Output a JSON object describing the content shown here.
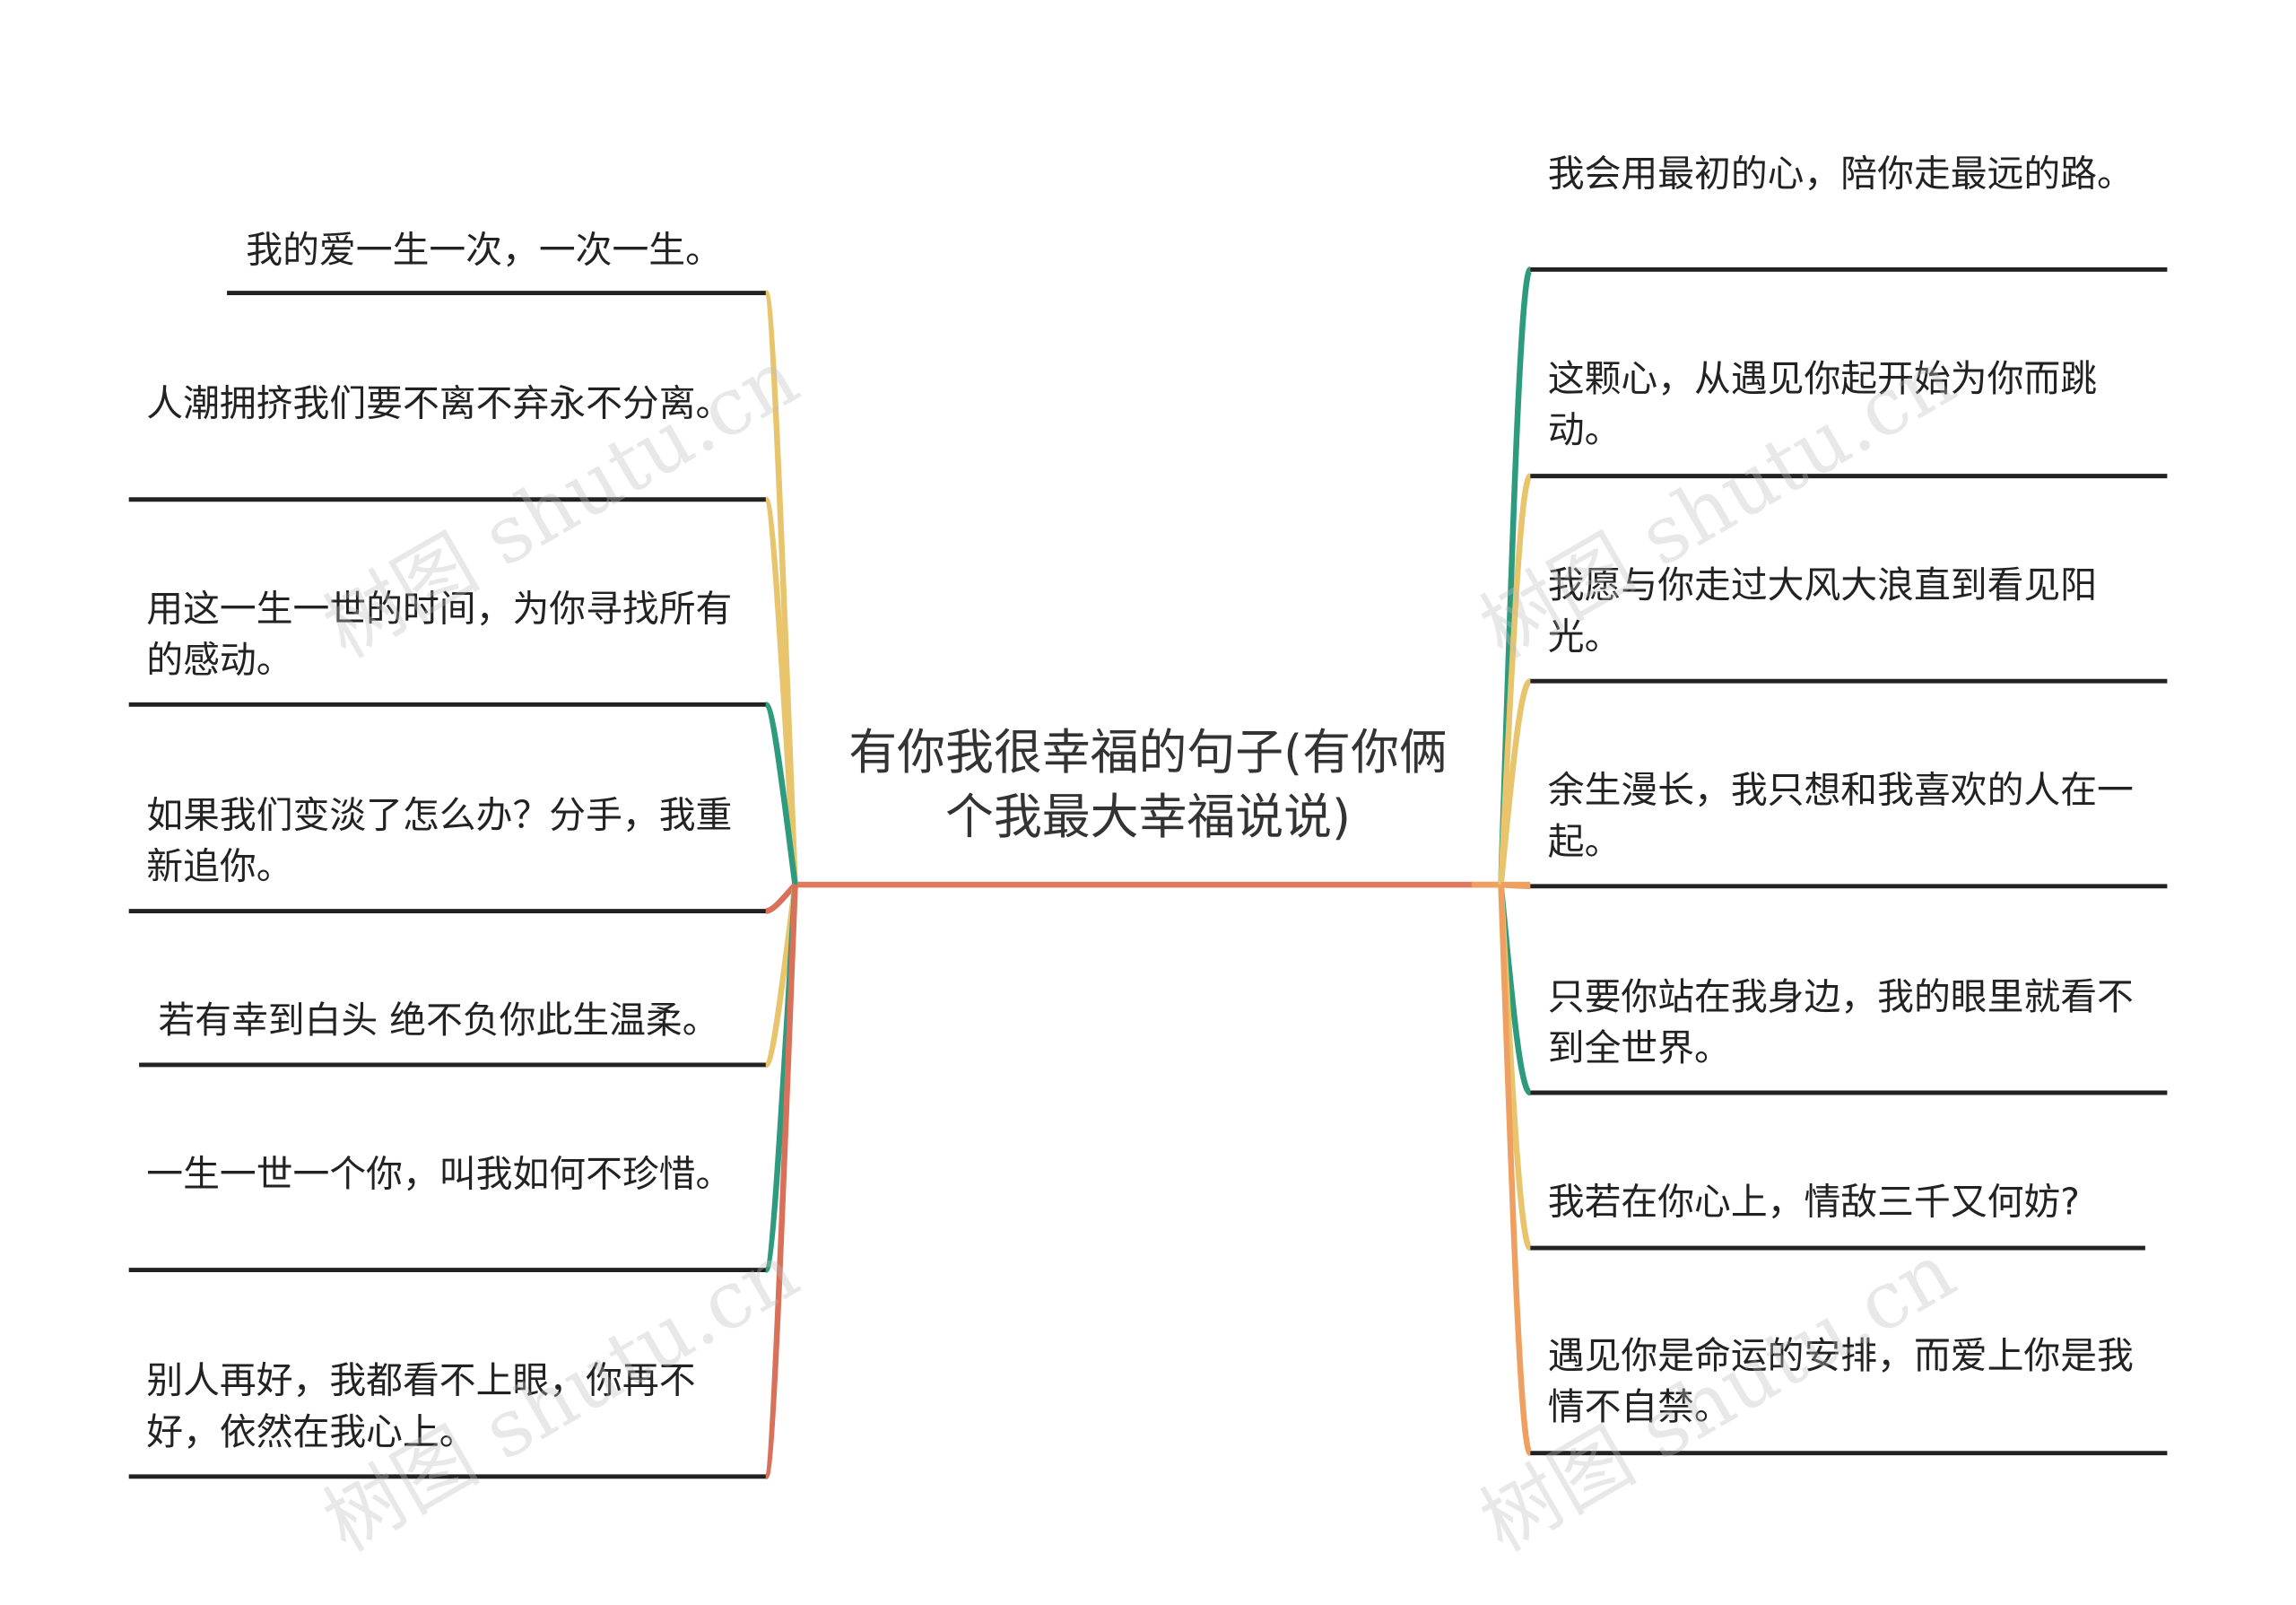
{
  "central_topic": "有你我很幸福的句子(有你俩个我最大幸福说说)",
  "left_branches": [
    {
      "text": "我的爱一生一次，一次一生。",
      "color": "#E8C56C"
    },
    {
      "text": "人潮拥挤我们要不离不弃永不分离。",
      "color": "#E8C56C"
    },
    {
      "text": "用这一生一世的时间，为你寻找所有的感动。",
      "color": "#2E9A7E"
    },
    {
      "text": "如果我们变淡了怎么办？分手，我重新追你。",
      "color": "#D9715A"
    },
    {
      "text": "若有幸到白头 绝不负你此生温柔。",
      "color": "#E8C56C"
    },
    {
      "text": "一生一世一个你，叫我如何不珍惜。",
      "color": "#2E9A7E"
    },
    {
      "text": "别人再好，我都看不上眼，你再不好，依然在我心上。",
      "color": "#D9715A"
    }
  ],
  "right_branches": [
    {
      "text": "我会用最初的心，陪你走最远的路。",
      "color": "#2E9A7E"
    },
    {
      "text": "这颗心，从遇见你起开始为你而跳动。",
      "color": "#E8C56C"
    },
    {
      "text": "我愿与你走过大风大浪直到看见阳光。",
      "color": "#E8C56C"
    },
    {
      "text": "余生漫长，我只想和我喜欢的人在一起。",
      "color": "#EFA060"
    },
    {
      "text": "只要你站在我身边，我的眼里就看不到全世界。",
      "color": "#2E9A7E"
    },
    {
      "text": "我若在你心上，情敌三千又何妨?",
      "color": "#E8C56C"
    },
    {
      "text": "遇见你是命运的安排，而爱上你是我情不自禁。",
      "color": "#EFA060"
    }
  ],
  "watermark": "树图 shutu.cn",
  "colors": {
    "main_line": "#E07A5F",
    "underline": "#222222"
  }
}
